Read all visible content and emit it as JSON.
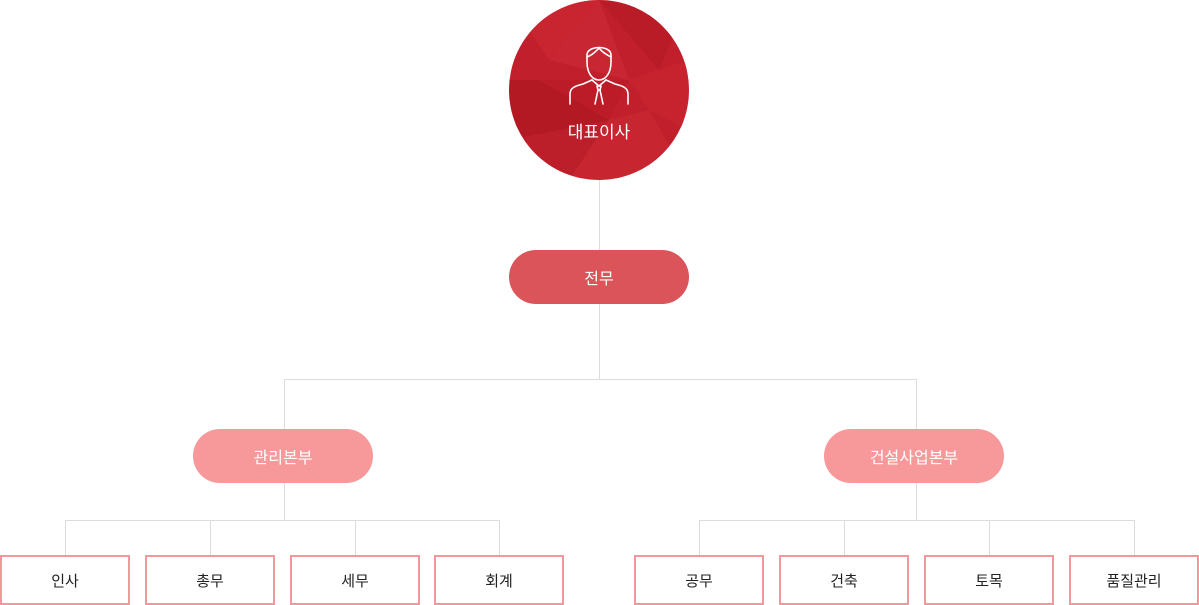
{
  "org_chart": {
    "ceo": {
      "label": "대표이사",
      "icon": "businessman-icon"
    },
    "executive": {
      "label": "전무"
    },
    "divisions": [
      {
        "label": "관리본부",
        "teams": [
          "인사",
          "총무",
          "세무",
          "회계"
        ]
      },
      {
        "label": "건설사업본부",
        "teams": [
          "공무",
          "건축",
          "토목",
          "품질관리"
        ]
      }
    ]
  },
  "colors": {
    "ceo": "#c11f2b",
    "executive": "#da5459",
    "division": "#f7999b",
    "team_border": "#f0999c",
    "connector": "#dcdcdc"
  }
}
